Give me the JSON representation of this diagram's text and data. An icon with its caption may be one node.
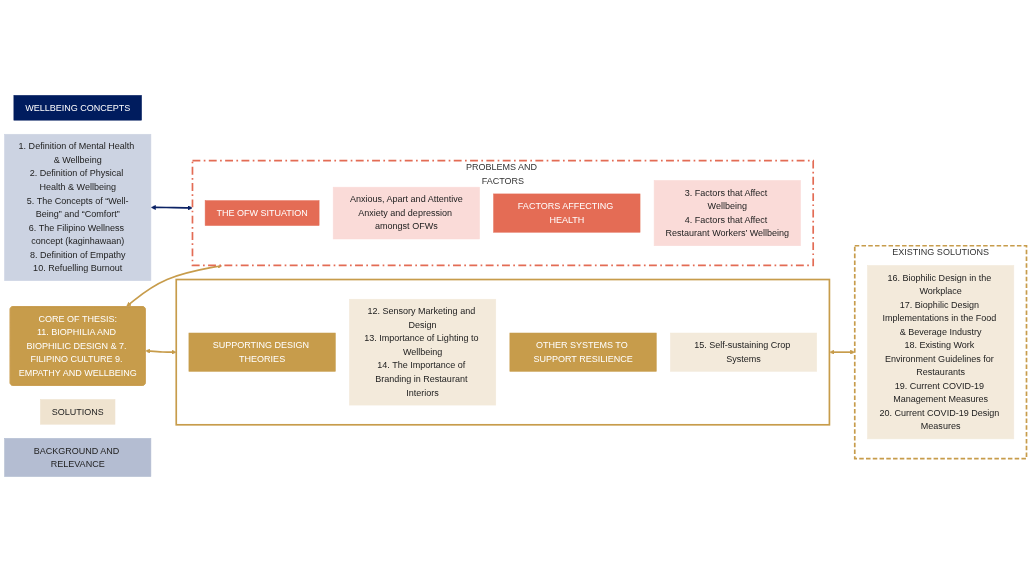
{
  "diagram": {
    "nodes": [
      {
        "text": [
          "PROBLEMS AND FACTORS"
        ]
      },
      {
        "text": [
          "THE OFW SITUATION"
        ],
        "in": 0
      },
      {
        "text": [
          "Anxious, Apart and Attentive",
          "Anxiety and depression amongst OFWs"
        ],
        "in": 0
      },
      {
        "text": [
          "FACTORS AFFECTING HEALTH"
        ],
        "in": 0
      },
      {
        "text": [
          "3. Factors that Affect Wellbeing",
          "4. Factors that Affect Restaurant Workers’ Wellbeing"
        ],
        "in": 0
      },
      {
        "text": [
          "WELLBEING CONCEPTS"
        ]
      },
      {
        "text": [
          "1. Definition of Mental Health & Wellbeing",
          "2. Definition of Physical Health & Wellbeing",
          "5. The Concepts of “Well-Being” and “Comfort”",
          "6. The Filipino Wellness concept (kaginhawaan)",
          "8. Definition of Empathy",
          "10. Refuelling Burnout"
        ]
      },
      {
        "text": [
          "BACKGROUND AND RELEVANCE"
        ]
      },
      {
        "text": [
          "CORE OF THESIS:",
          "11. BIOPHILIA AND BIOPHILIC DESIGN & 7. FILIPINO CULTURE 9. EMPATHY AND WELLBEING"
        ]
      },
      {
        "text": [
          "SOLUTIONS"
        ]
      },
      {
        "text": [],
        "shape": "box"
      },
      {
        "text": [
          "SUPPORTING DESIGN THEORIES"
        ],
        "in": 10
      },
      {
        "text": [
          "12. Sensory Marketing and Design",
          "13. Importance of Lighting to Wellbeing",
          "14. The Importance of Branding in Restaurant Interiors"
        ],
        "in": 10
      },
      {
        "text": [
          "OTHER SYSTEMS TO SUPPORT RESILIENCE"
        ],
        "in": 10
      },
      {
        "text": [
          "15. Self-sustaining Crop Systems"
        ],
        "in": 10
      },
      {
        "text": [
          "EXISTING SOLUTIONS"
        ]
      },
      {
        "text": [
          "16. Biophilic Design in the Workplace",
          "17. Biophilic Design Implementations in the Food & Beverage Industry",
          "18. Existing Work Environment Guidelines for Restaurants",
          "19. Current COVID-19 Management Measures",
          "20. Current COVID-19 Design Measures"
        ],
        "in": 15
      }
    ],
    "edges": [
      {
        "from": 6,
        "to": 0,
        "arrow": "both",
        "color": "#0b2265"
      },
      {
        "from": 8,
        "to": 0,
        "arrow": "both"
      },
      {
        "from": 8,
        "to": 10,
        "arrow": "both"
      },
      {
        "from": 10,
        "to": 15,
        "arrow": "both"
      }
    ]
  }
}
